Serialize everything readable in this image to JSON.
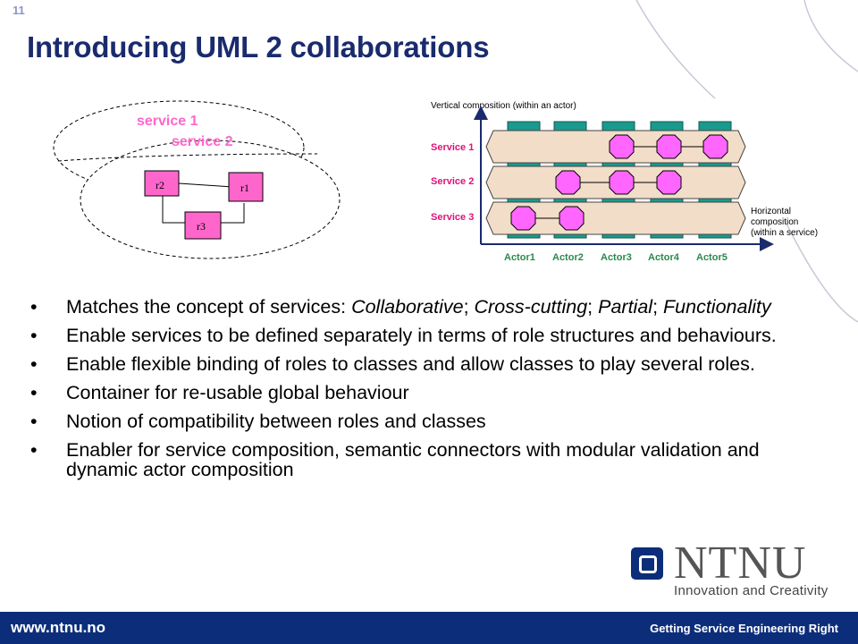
{
  "slide_number": "11",
  "title": "Introducing UML 2 collaborations",
  "left_diagram": {
    "service1_label": "service 1",
    "service2_label": "service 2",
    "roles": [
      "r2",
      "r1",
      "r3"
    ],
    "pink": "#ff66cc"
  },
  "right_diagram": {
    "vertical_label": "Vertical composition (within an actor)",
    "horizontal_label": [
      "Horizontal",
      "composition",
      "(within a service)"
    ],
    "services": [
      "Service 1",
      "Service 2",
      "Service 3"
    ],
    "actors": [
      "Actor1",
      "Actor2",
      "Actor3",
      "Actor4",
      "Actor5"
    ],
    "service_color": "#e0127a",
    "actor_color": "#2a8a4a",
    "teal": "#1a9a8e"
  },
  "bullets": [
    {
      "parts": [
        "Matches the concept of services: ",
        "Collaborative",
        "; ",
        "Cross-cutting",
        "; ",
        "Partial",
        "; ",
        "Functionality"
      ]
    },
    {
      "text": "Enable services to be defined separately in terms of role structures and behaviours."
    },
    {
      "text": "Enable flexible binding of roles to classes and allow classes to play several roles."
    },
    {
      "text": "Container for re-usable global behaviour"
    },
    {
      "text": "Notion of compatibility between roles and classes"
    },
    {
      "text": "Enabler for service composition, semantic connectors with modular validation and dynamic actor composition"
    }
  ],
  "logo": {
    "name": "NTNU",
    "tagline": "Innovation and Creativity"
  },
  "footer": {
    "url": "www.ntnu.no",
    "tagline": "Getting Service Engineering Right"
  }
}
